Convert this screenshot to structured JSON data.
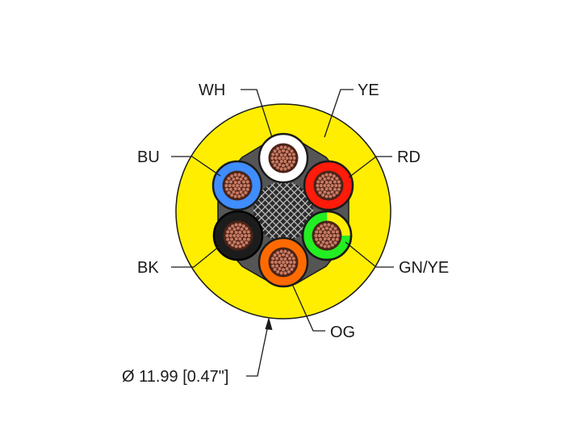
{
  "labels": {
    "wh": "WH",
    "ye": "YE",
    "bu": "BU",
    "rd": "RD",
    "bk": "BK",
    "gnye": "GN/YE",
    "og": "OG",
    "diameter": "Ø 11.99 [0.47\"]"
  },
  "colors": {
    "jacket": "#ffee00",
    "white": "#ffffff",
    "red": "#ff1a0a",
    "blue": "#3f8dff",
    "black": "#1c1c1c",
    "orange": "#ff6a00",
    "green": "#22ee22",
    "yellow": "#ffee00",
    "copper": "#c77a64",
    "outline": "#1a1a1a"
  }
}
